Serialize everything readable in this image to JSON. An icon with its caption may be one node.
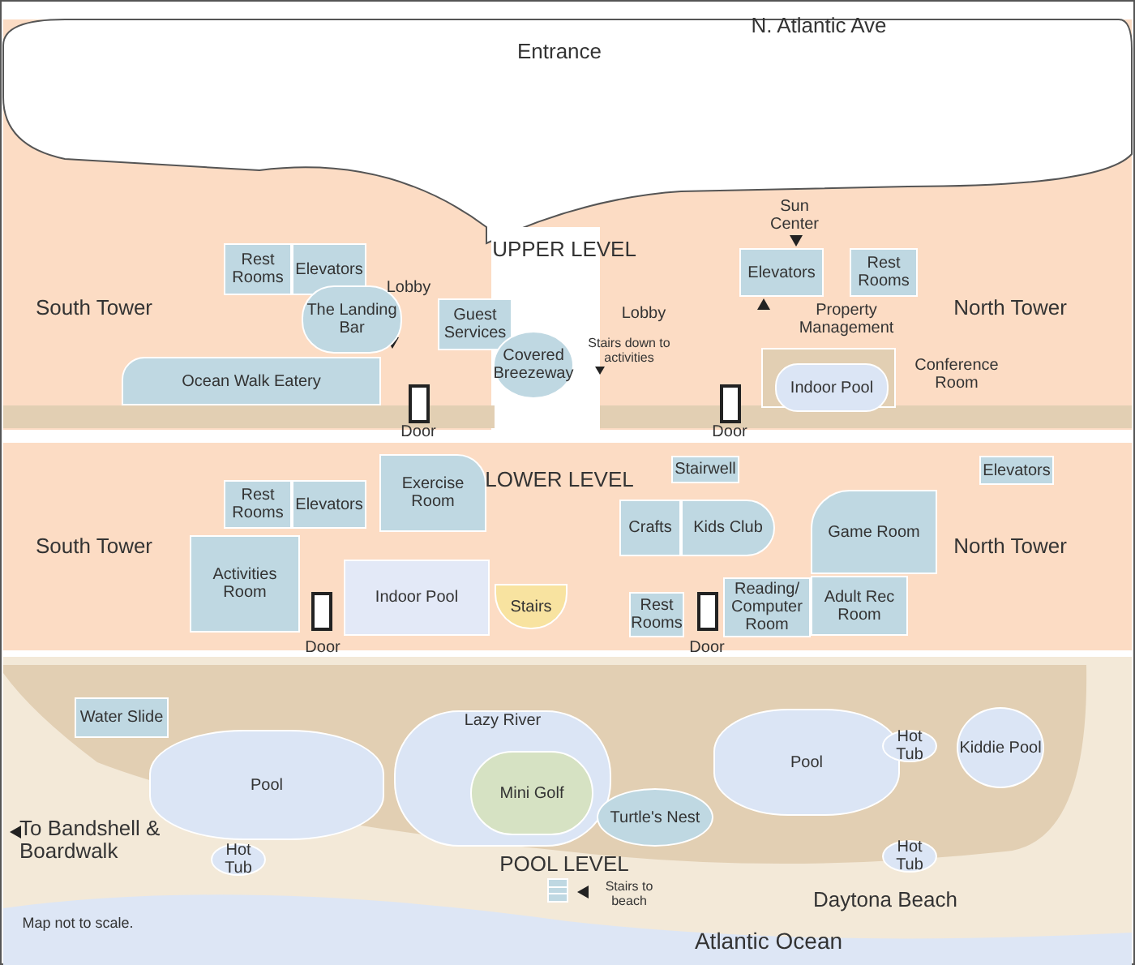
{
  "diagram": {
    "nodes": [
      {
        "text": [
          "Rest Rooms"
        ]
      },
      {
        "text": [
          "Elevators"
        ]
      },
      {
        "text": [
          "The Landing Bar"
        ]
      },
      {
        "text": [
          "Ocean Walk Eatery"
        ]
      },
      {
        "text": [
          "Guest Services"
        ]
      },
      {
        "text": [
          "Covered Breezeway"
        ]
      },
      {
        "text": [
          "Elevators"
        ]
      },
      {
        "text": [
          "Rest Rooms"
        ]
      },
      {
        "text": [
          "Indoor Pool"
        ]
      },
      {
        "text": [
          "Rest Rooms"
        ]
      },
      {
        "text": [
          "Elevators"
        ]
      },
      {
        "text": [
          "Exercise Room"
        ]
      },
      {
        "text": [
          "Stairwell"
        ]
      },
      {
        "text": [
          "Crafts"
        ]
      },
      {
        "text": [
          "Kids Club"
        ]
      },
      {
        "text": [
          "Game Room"
        ]
      },
      {
        "text": [
          "Elevators"
        ]
      },
      {
        "text": [
          "Activities Room"
        ]
      },
      {
        "text": [
          "Indoor Pool"
        ]
      },
      {
        "text": [
          "Stairs"
        ]
      },
      {
        "text": [
          "Rest Rooms"
        ]
      },
      {
        "text": [
          "Reading/ Computer Room"
        ]
      },
      {
        "text": [
          "Adult Rec Room"
        ]
      },
      {
        "text": [
          "Water Slide"
        ]
      },
      {
        "text": [
          "Pool"
        ]
      },
      {
        "text": [
          "Hot Tub"
        ]
      },
      {
        "text": [
          "Lazy River"
        ]
      },
      {
        "text": [
          "Mini Golf"
        ],
        "in": 26
      },
      {
        "text": [
          "Turtle's Nest"
        ]
      },
      {
        "text": [
          "Pool"
        ]
      },
      {
        "text": [
          "Hot Tub"
        ]
      },
      {
        "text": [
          "Kiddie Pool"
        ]
      },
      {
        "text": [
          "Hot Tub"
        ]
      }
    ],
    "labels": [
      "N. Atlantic Ave",
      "Entrance",
      "UPPER LEVEL",
      "South Tower",
      "Lobby",
      "Sun Center",
      "Property Management",
      "Lobby",
      "Stairs down to activities",
      "North Tower",
      "Conference Room",
      "Door",
      "Door",
      "LOWER LEVEL",
      "South Tower",
      "North Tower",
      "Door",
      "Door",
      "POOL LEVEL",
      "To Bandshell & Boardwalk",
      "Stairs to beach",
      "Daytona Beach",
      "Atlantic Ocean",
      "Map not to scale."
    ]
  }
}
